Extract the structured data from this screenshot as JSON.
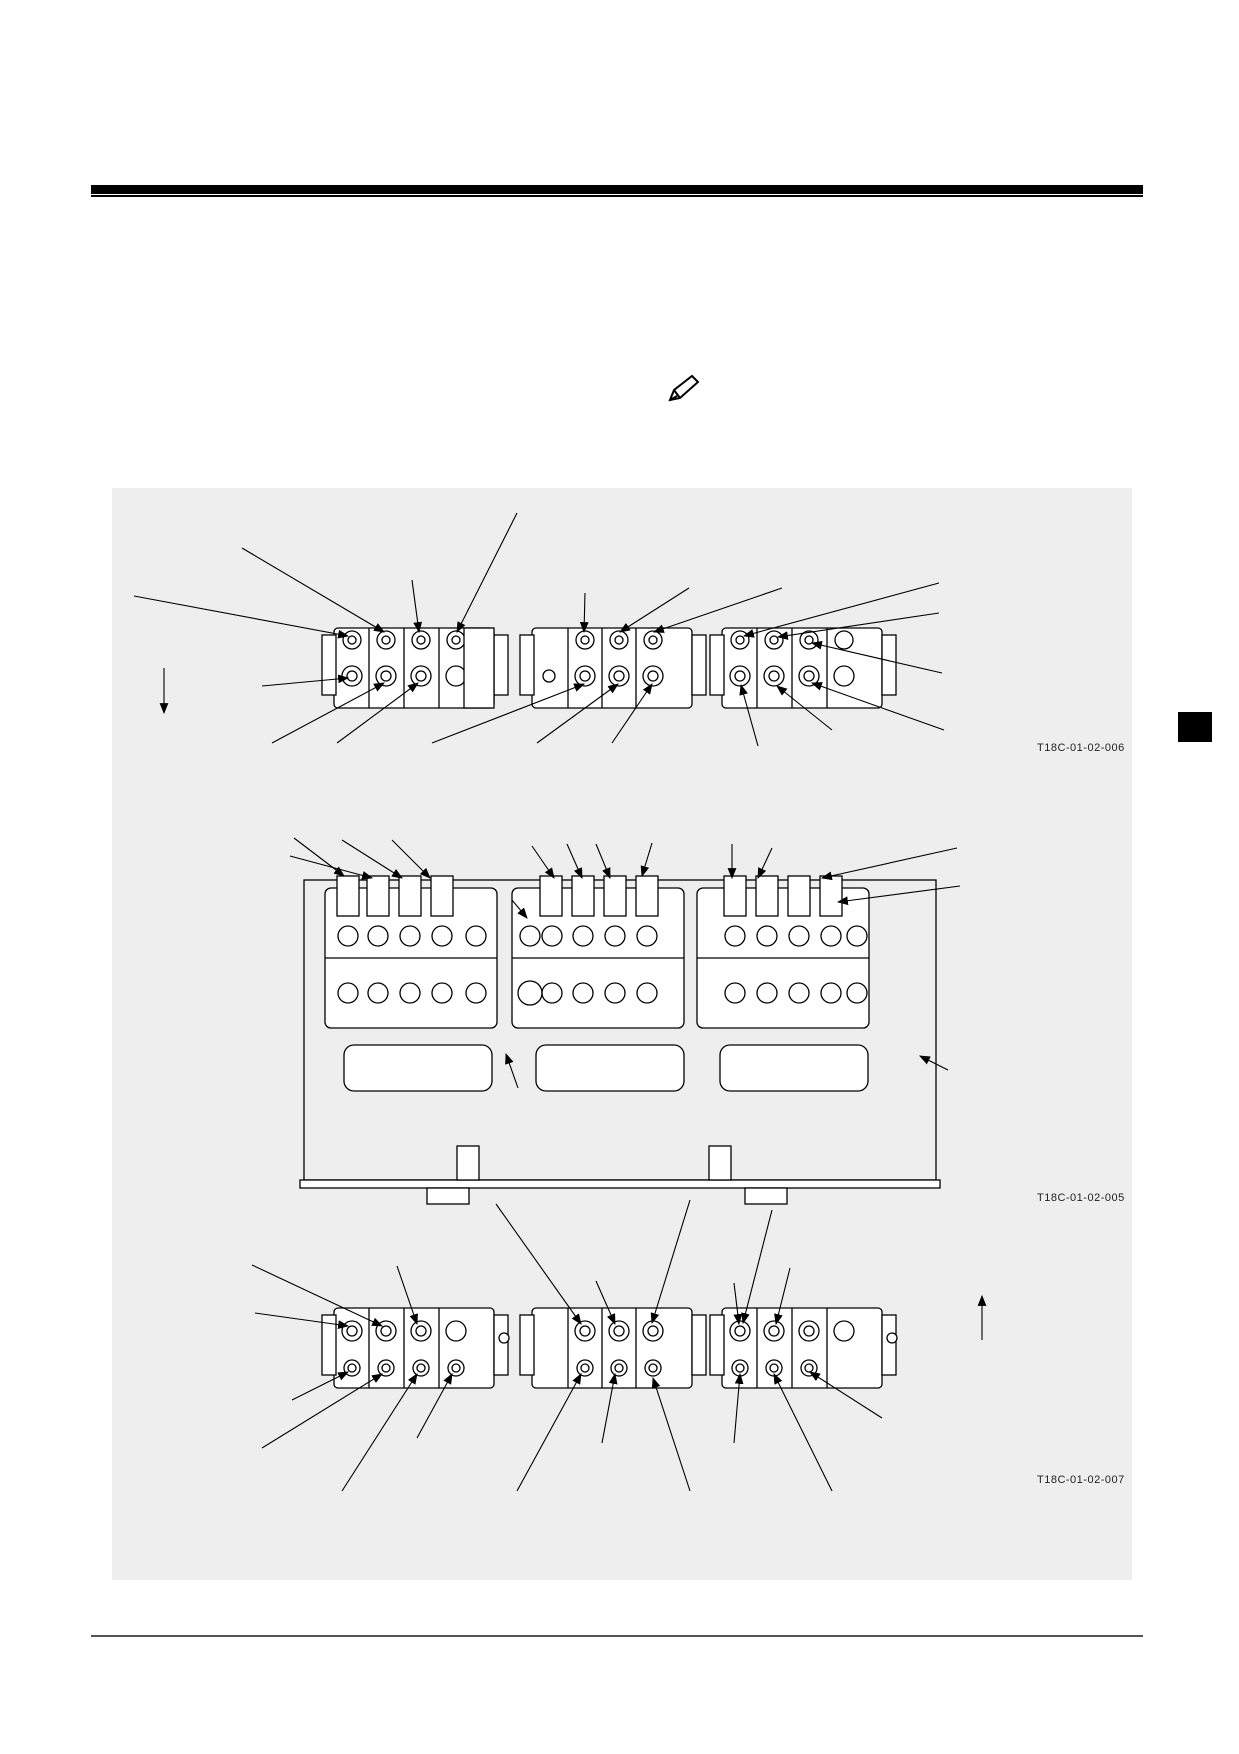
{
  "figures": [
    {
      "id": "T18C-01-02-006"
    },
    {
      "id": "T18C-01-02-005"
    },
    {
      "id": "T18C-01-02-007"
    }
  ],
  "icons": {
    "note": "pencil-icon",
    "tab": "section-tab"
  }
}
